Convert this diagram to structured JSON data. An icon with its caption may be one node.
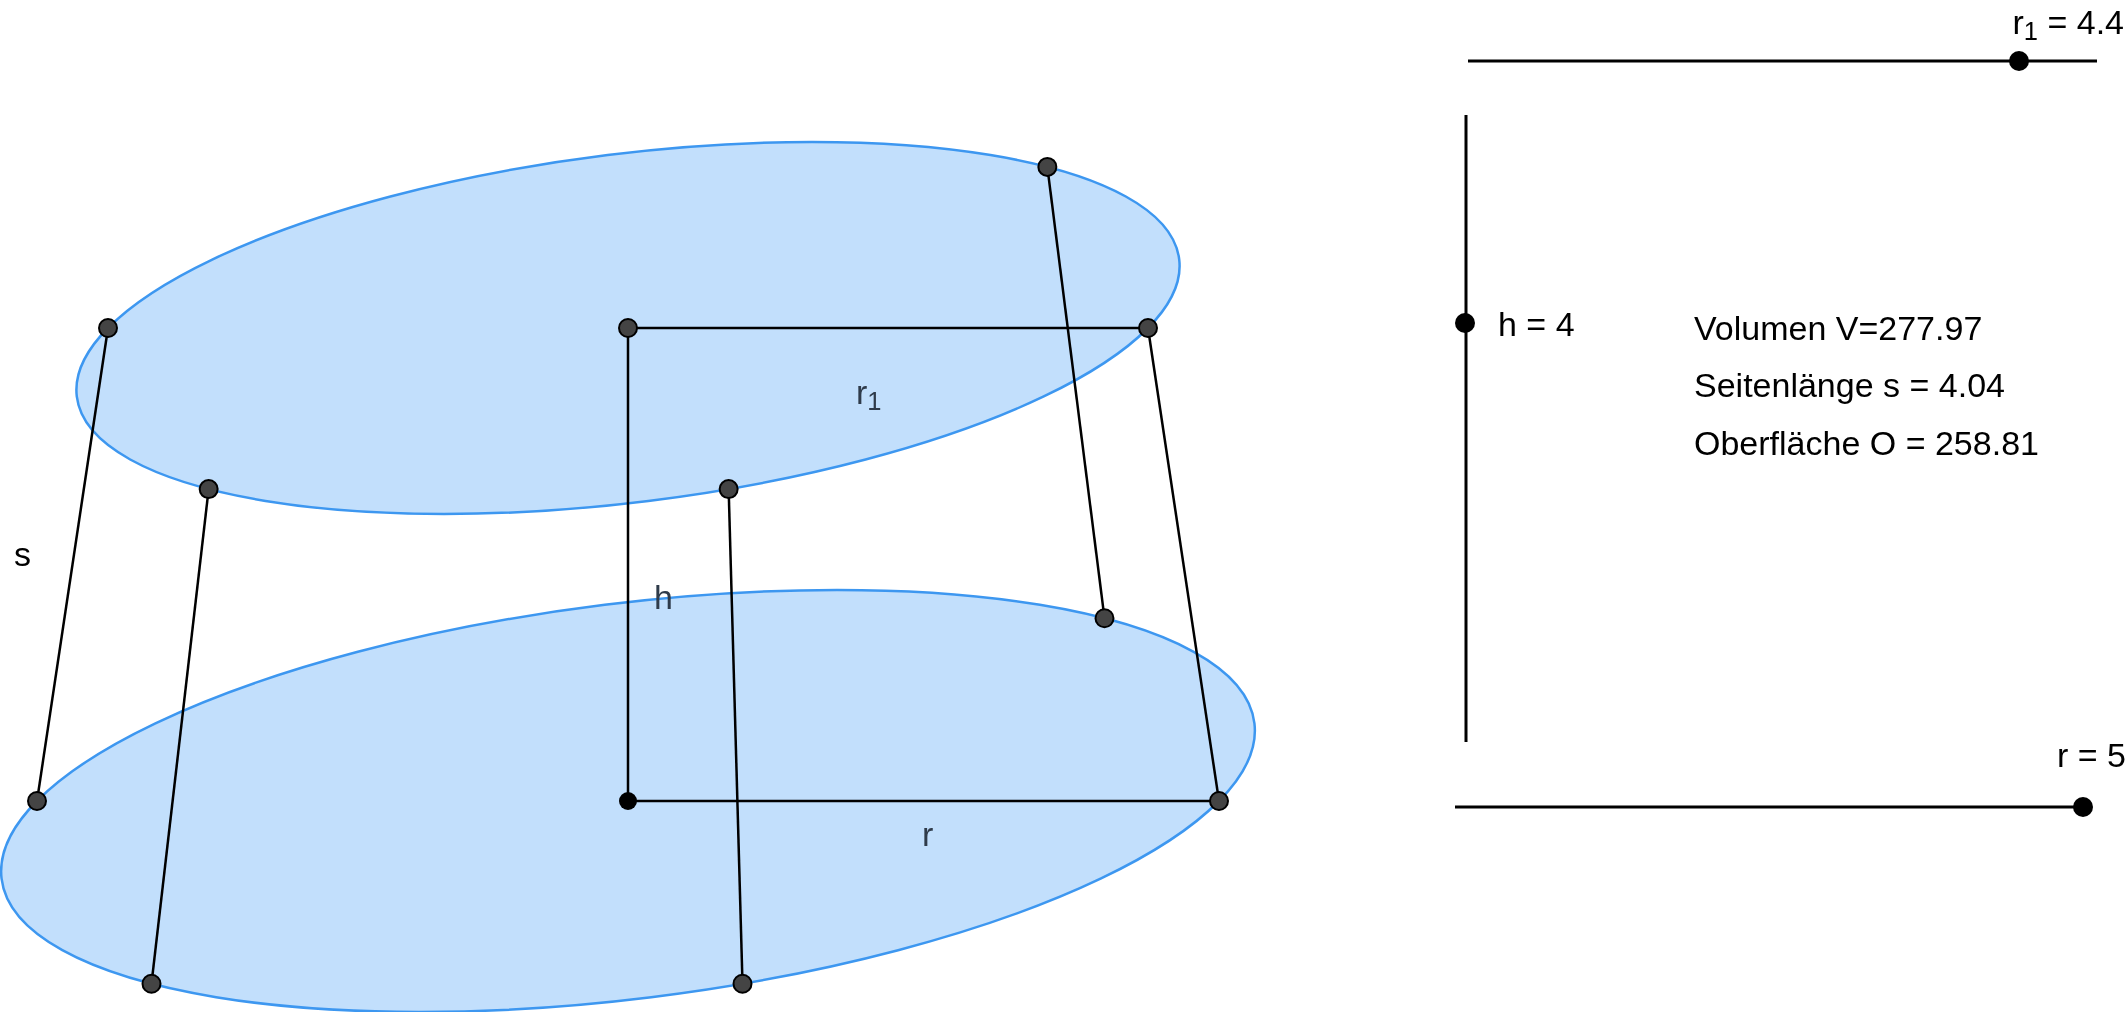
{
  "diagram": {
    "labels": [
      "r$_{1}$ = 4.4",
      "h = 4",
      "Volumen V=277.97",
      "Seitenlänge s = 4.04",
      "Oberfläche O = 258.81",
      "r$_{1}$",
      "s",
      "h",
      "r = 5",
      "r"
    ]
  }
}
